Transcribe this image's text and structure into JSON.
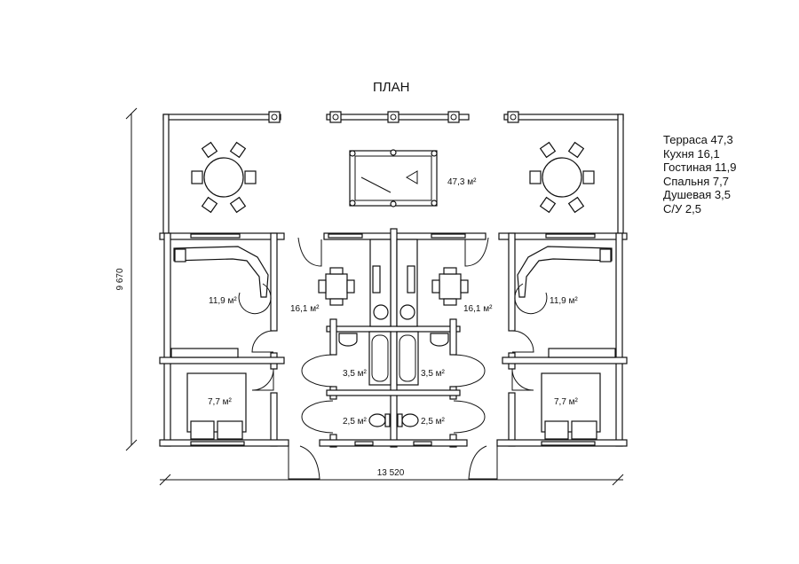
{
  "title": "ПЛАН",
  "dimensions": {
    "height": "9 670",
    "width": "13 520"
  },
  "legend": [
    "Терраса 47,3",
    "Кухня 16,1",
    "Гостиная  11,9",
    "Спальня 7,7",
    "Душевая 3,5",
    "С/У 2,5"
  ],
  "areas": {
    "terrace": "47,3 м²",
    "living_left": "11,9 м²",
    "living_right": "11,9 м²",
    "kitchen_left": "16,1 м²",
    "kitchen_right": "16,1 м²",
    "shower_left": "3,5 м²",
    "shower_right": "3,5 м²",
    "wc_left": "2,5 м²",
    "wc_right": "2,5 м²",
    "bedroom_left": "7,7 м²",
    "bedroom_right": "7,7 м²"
  }
}
